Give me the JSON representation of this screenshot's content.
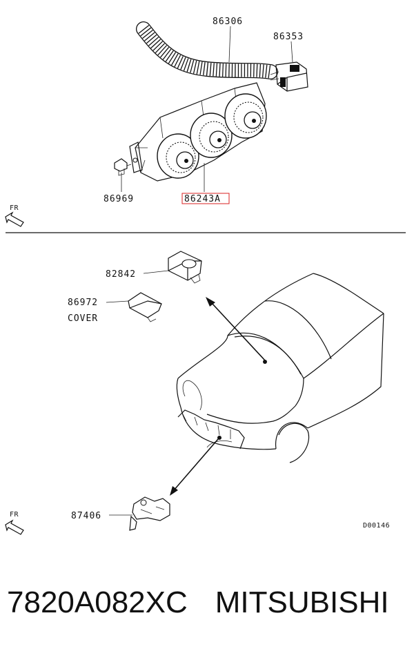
{
  "parts": {
    "hose": "86306",
    "connector_top": "86353",
    "screw": "86969",
    "control_panel": "86243A",
    "sensor_upper": "82842",
    "cover_part": "86972",
    "cover_text": "COVER",
    "sensor_lower": "87406"
  },
  "orientation_top": "FR",
  "orientation_bottom": "FR",
  "drawing_code": "D00146",
  "caption": {
    "part_number": "7820A082XC",
    "brand": "MITSUBISHI"
  },
  "colors": {
    "highlight": "#d92020",
    "ink": "#111111"
  }
}
